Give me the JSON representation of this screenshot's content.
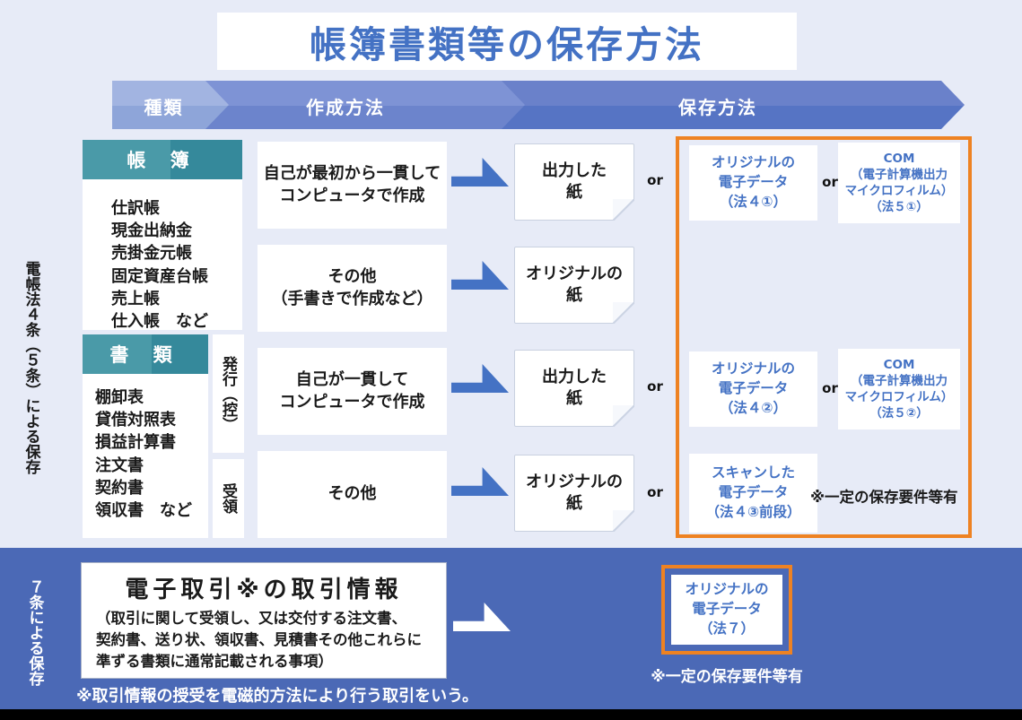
{
  "colors": {
    "accent_orange": "#ee8222",
    "teal_header": "#3f93a3",
    "primary_blue": "#4472c4",
    "band_blue": "#4b69b6",
    "page_background": "#e7ebf7"
  },
  "title": "帳簿書類等の保存方法",
  "banner": {
    "kinds": "種類",
    "creation_method": "作成方法",
    "storage_method": "保存方法"
  },
  "section4": {
    "side_label": "電帳法４条（５条）による保存",
    "books": {
      "header": "帳 簿",
      "items": [
        "仕訳帳",
        "現金出納金",
        "売掛金元帳",
        "固定資産台帳",
        "売上帳",
        "仕入帳　など"
      ]
    },
    "documents": {
      "header": "書 類",
      "items": [
        "棚卸表",
        "貸借対照表",
        "損益計算書",
        "注文書",
        "契約書",
        "領収書　など"
      ]
    },
    "issue_label": "発行（控）",
    "receive_label": "受領",
    "creation": {
      "row1": "自己が最初から一貫して\nコンピュータで作成",
      "row2": "その他\n（手書きで作成など）",
      "row3": "自己が一貫して\nコンピュータで作成",
      "row4": "その他"
    },
    "paper": {
      "row1": "出力した\n紙",
      "row2": "オリジナルの\n紙",
      "row3": "出力した\n紙",
      "row4": "オリジナルの\n紙"
    },
    "storage": {
      "row1_data": "オリジナルの\n電子データ\n（法４①）",
      "row1_com": "COM\n（電子計算機出力\nマイクロフィルム）\n（法５①）",
      "row3_data": "オリジナルの\n電子データ\n（法４②）",
      "row3_com": "COM\n（電子計算機出力\nマイクロフィルム）\n（法５②）",
      "row4_scan": "スキャンした\n電子データ\n（法４③前段）"
    },
    "or_label": "or",
    "requirement_note": "※一定の保存要件等有"
  },
  "section7": {
    "side_label": "７条による保存",
    "box_title": "電子取引※の取引情報",
    "box_body": "（取引に関して受領し、又は交付する注文書、\n契約書、送り状、領収書、見積書その他これらに\n準ずる書類に通常記載される事項）",
    "footnote": "※取引情報の授受を電磁的方法により行う取引をいう。",
    "storage_data": "オリジナルの\n電子データ\n（法７）",
    "requirement_note": "※一定の保存要件等有"
  }
}
